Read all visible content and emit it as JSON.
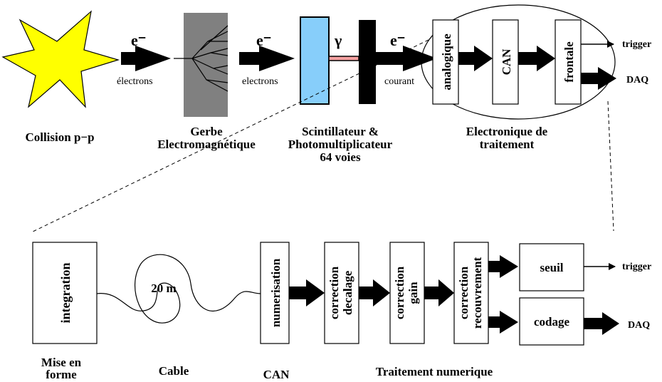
{
  "top": {
    "stages": {
      "collision": "Collision p−p",
      "gerbe_line1": "Gerbe",
      "gerbe_line2": "Electromagnétique",
      "scint_line1": "Scintillateur &",
      "scint_line2": "Photomultiplicateur",
      "scint_line3": "64 voies",
      "elec_line1": "Electronique de",
      "elec_line2": "traitement"
    },
    "particles": {
      "electron_symbol": "e⁻",
      "photon_symbol": "γ"
    },
    "arrow_labels": {
      "a1": "électrons",
      "a2": "electrons",
      "a3": "courant"
    },
    "blocks": {
      "analogique": "analogique",
      "can": "CAN",
      "frontale": "frontale"
    },
    "outputs": {
      "trigger": "trigger",
      "daq": "DAQ"
    }
  },
  "bottom": {
    "blocks": {
      "integration": "integration",
      "cable_length": "20 m",
      "numerisation": "numerisation",
      "decalage_1": "correction",
      "decalage_2": "decalage",
      "gain_1": "correction",
      "gain_2": "gain",
      "recouv_1": "correction",
      "recouv_2": "recouvrement",
      "seuil": "seuil",
      "codage": "codage"
    },
    "outputs": {
      "trigger": "trigger",
      "daq": "DAQ"
    },
    "captions": {
      "mise_line1": "Mise en",
      "mise_line2": "forme",
      "cable": "Cable",
      "can": "CAN",
      "traitement": "Traitement numerique"
    }
  },
  "colors": {
    "star_fill": "#ffff00",
    "shower_fill": "#808080",
    "scintillator_fill": "#87cefa",
    "light_guide": "#f4a0a0"
  }
}
